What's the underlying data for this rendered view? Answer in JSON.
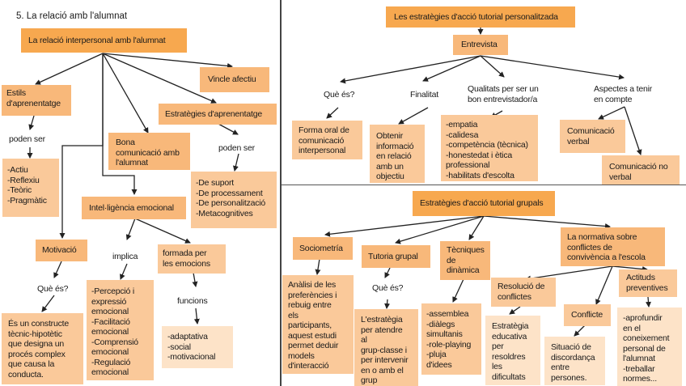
{
  "section_title": "5. La relació amb l'alumnat",
  "left": {
    "root": "La relació interpersonal amb l'alumnat",
    "vincle": "Vincle afectiu",
    "estils": "Estils\nd'aprenentatge",
    "estils_link": "poden ser",
    "estils_items": "-Actiu\n-Reflexiu\n-Teòric\n-Pragmàtic",
    "estrategies": "Estratègies d'aprenentatge",
    "estrategies_link": "poden ser",
    "estrategies_items": "-De suport\n-De processament\n-De personalització\n-Metacognitives",
    "bona_comunicacio": "Bona\ncomunicació amb\nl'alumnat",
    "intel_ligencia": "Intel·ligència emocional",
    "implica_link": "implica",
    "implica_items": "-Percepció i\nexpressió\nemocional\n-Facilitació\nemocional\n-Comprensió\nemocional\n-Regulació\nemocional",
    "formada": "formada per\nles emocions",
    "funcions_link": "funcions",
    "funcions_items": "-adaptativa\n-social\n-motivacional",
    "motivacio": "Motivació",
    "motivacio_link": "Què és?",
    "motivacio_def": "És un constructe\ntècnic-hipotètic\nque designa un\nprocés complex\nque causa la\nconducta."
  },
  "right_top": {
    "root": "Les estratègies d'acció tutorial personalitzada",
    "entrevista": "Entrevista",
    "que_es": "Què és?",
    "que_es_def": "Forma oral de\ncomunicació\ninterpersonal",
    "finalitat": "Finalitat",
    "finalitat_def": "Obtenir\ninformació\nen relació\namb un\nobjectiu",
    "qualitats": "Qualitats per ser un\nbon entrevistador/a",
    "qualitats_items": "-empatia\n-calidesa\n-competència (tècnica)\n-honestedat i ètica\nprofessional\n-habilitats d'escolta",
    "aspectes": "Aspectes a tenir\nen compte",
    "verbal": "Comunicació\nverbal",
    "no_verbal": "Comunicació no\nverbal"
  },
  "right_bottom": {
    "root": "Estratègies d'acció tutorial grupals",
    "sociometria": "Sociometría",
    "sociometria_def": "Anàlisi de les\npreferències i\nrebuig entre\nels\nparticipants,\naquest estudi\npermet deduir\nmodels\nd'interacció",
    "tutoria": "Tutoria grupal",
    "tutoria_link": "Què és?",
    "tutoria_def": "L'estratègia\nper atendre\nal\ngrup-classe i\nper intervenir\nen o amb el\ngrup",
    "tecniques": "Tècniques\nde\ndinàmica",
    "tecniques_items": "-assemblea\n-diàlegs\nsimultanis\n-role-playing\n-pluja\nd'idees",
    "normativa": "La normativa sobre\nconflictes de\nconvivència a l'escola",
    "resolucio": "Resolució de\nconflictes",
    "resolucio_def": "Estratègia\neducativa\nper\nresoldres\nles\ndificultats",
    "conflicte": "Conflicte",
    "conflicte_def": "Situació de\ndiscordança\nentre\npersones.",
    "actituds": "Actituds\npreventives",
    "actituds_items": "-aprofundir\nen el\nconeixement\npersonal de\nl'alumnat\n-treballar\nnormes..."
  }
}
